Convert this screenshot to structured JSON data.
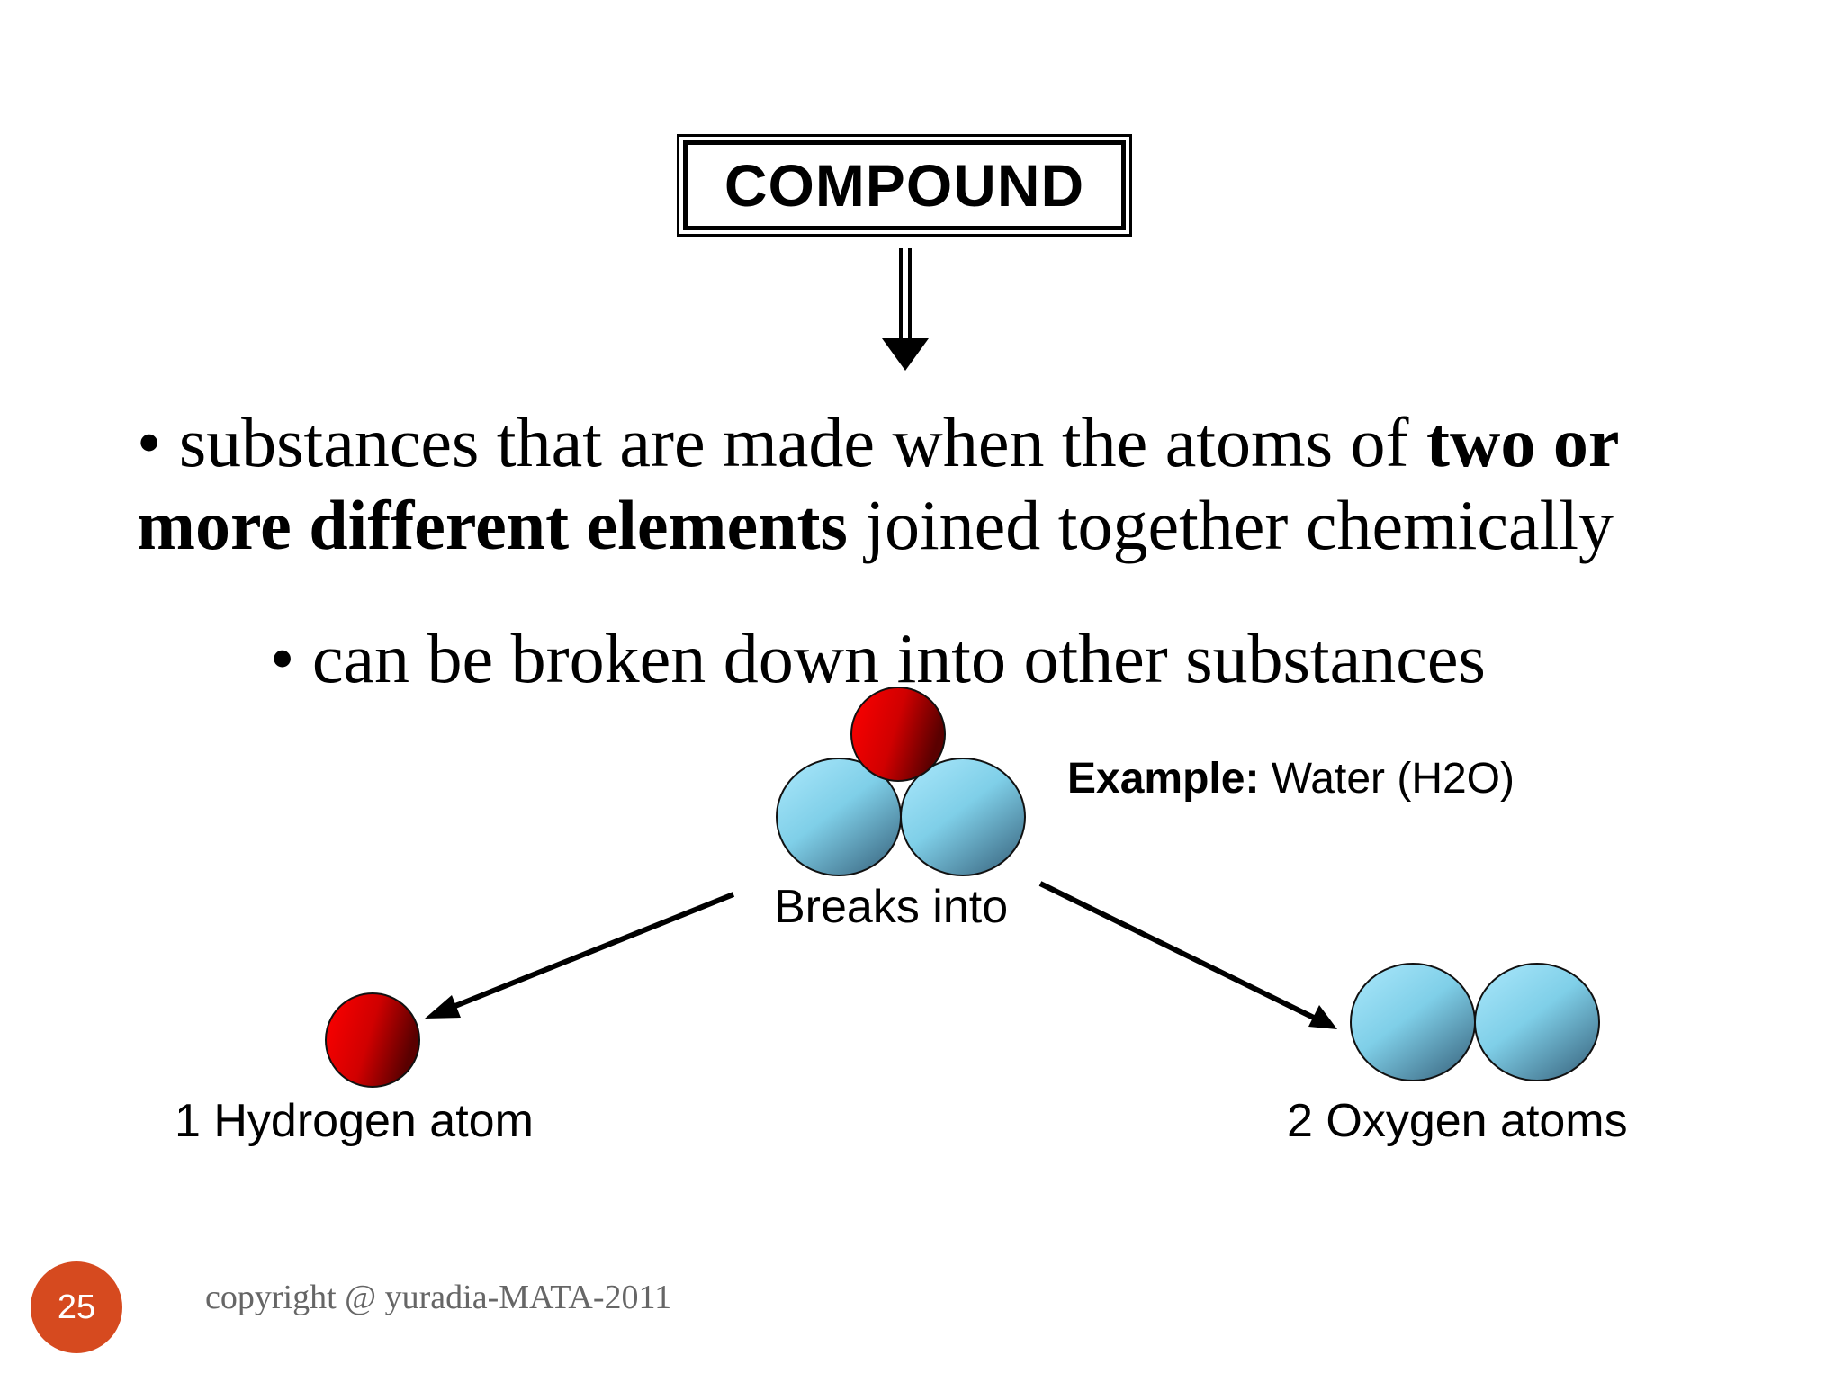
{
  "title": "COMPOUND",
  "bullets": {
    "first": {
      "marker": "•",
      "text_before": " substances that are made when the atoms of ",
      "bold_text": "two or more different elements",
      "text_after": " joined together chemically"
    },
    "second": {
      "marker": "•",
      "text": " can be broken down into other substances"
    }
  },
  "example": {
    "label": "Example:",
    "value": " Water (H2O)"
  },
  "diagram": {
    "breaks_label": "Breaks into",
    "left_label": "1 Hydrogen atom",
    "right_label": "2 Oxygen atoms",
    "colors": {
      "red_atom": "#e00000",
      "blue_atom": "#7fcfe8",
      "arrow": "#000000"
    }
  },
  "footer": {
    "page_number": "25",
    "copyright": "copyright @ yuradia-MATA-2011",
    "page_badge_color": "#d64a1f"
  }
}
